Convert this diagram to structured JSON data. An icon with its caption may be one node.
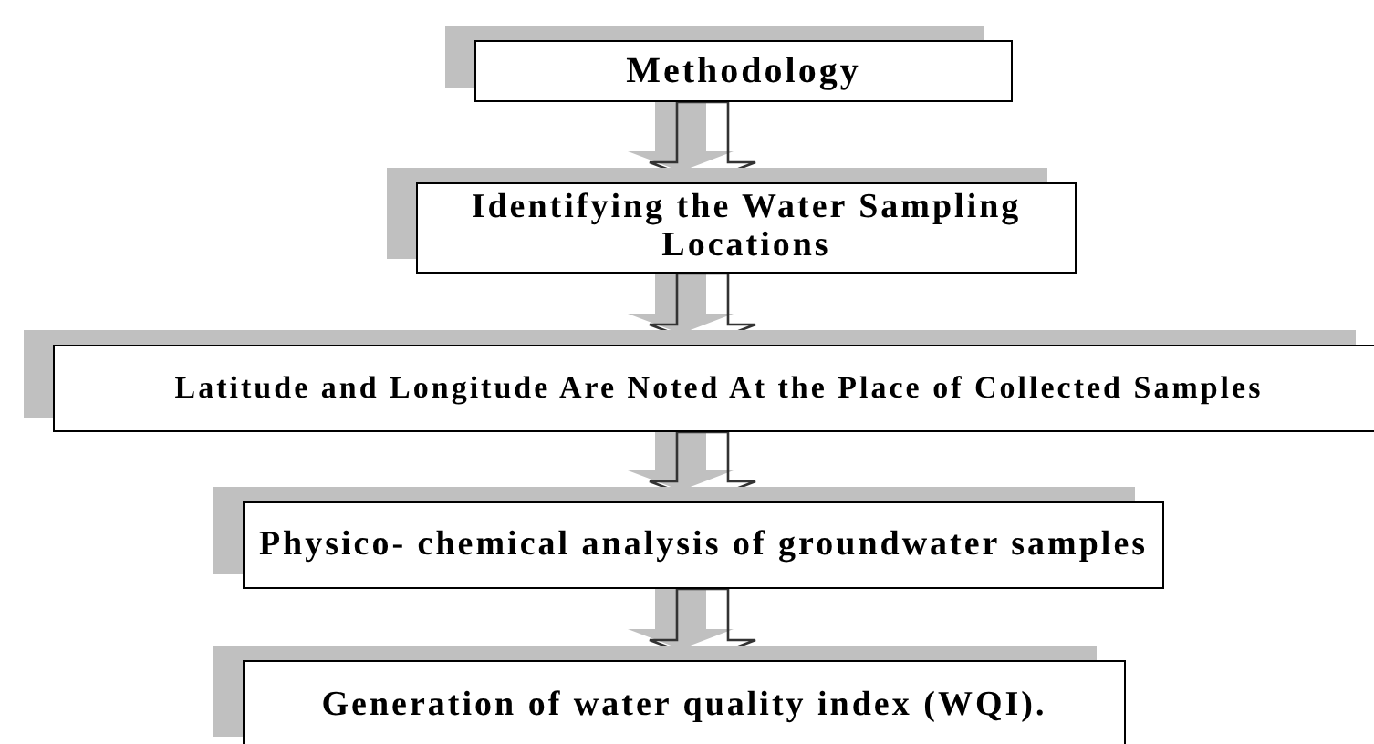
{
  "diagram": {
    "nodes": [
      {
        "text": [
          "Methodology"
        ]
      },
      {
        "text": [
          "Identifying the Water Sampling Locations"
        ]
      },
      {
        "text": [
          "Latitude and Longitude Are Noted At the Place of Collected Samples"
        ]
      },
      {
        "text": [
          "Physico- chemical analysis of groundwater samples"
        ]
      },
      {
        "text": [
          "Generation of water quality index (WQI)."
        ]
      }
    ],
    "edges": [
      {
        "from": 0,
        "to": 1,
        "arrow": "to"
      },
      {
        "from": 1,
        "to": 2,
        "arrow": "to"
      },
      {
        "from": 2,
        "to": 3,
        "arrow": "to"
      },
      {
        "from": 3,
        "to": 4,
        "arrow": "to"
      }
    ]
  }
}
